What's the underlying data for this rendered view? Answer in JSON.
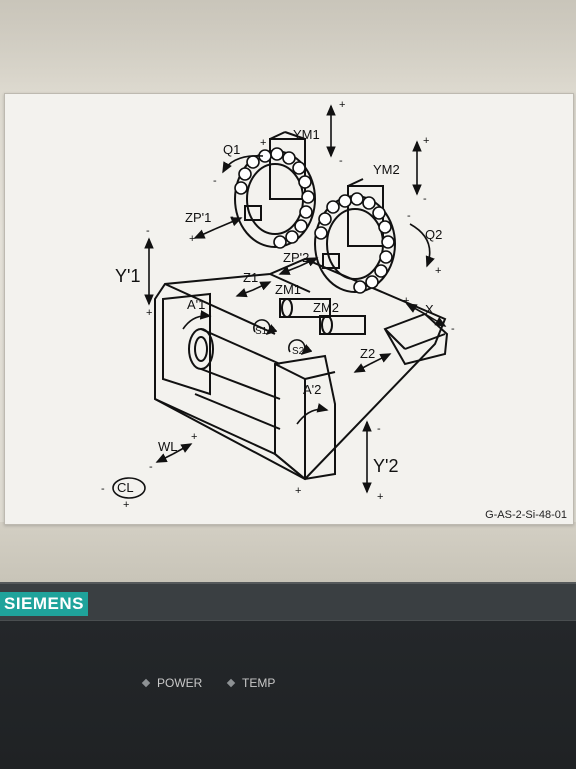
{
  "placard": {
    "code": "G-AS-2-Si-48-01",
    "labels": {
      "ym1": "YM1",
      "ym2": "YM2",
      "q1": "Q1",
      "q2": "Q2",
      "zp1": "ZP'1",
      "zp2": "ZP'2",
      "y1": "Y'1",
      "y2": "Y'2",
      "z1": "Z1",
      "z2": "Z2",
      "zm1": "ZM1",
      "zm2": "ZM2",
      "x": "X",
      "a1": "A'1",
      "a2": "A'2",
      "s1": "S1",
      "s2": "S2",
      "wl": "WL",
      "cl": "CL"
    },
    "signs": {
      "plus": "+",
      "minus": "-"
    }
  },
  "hmi": {
    "brand": "SIEMENS",
    "indicators": {
      "power": "POWER",
      "temp": "TEMP"
    },
    "colors": {
      "brand": "#1fa39b",
      "bezel": "#2a2e31"
    }
  }
}
